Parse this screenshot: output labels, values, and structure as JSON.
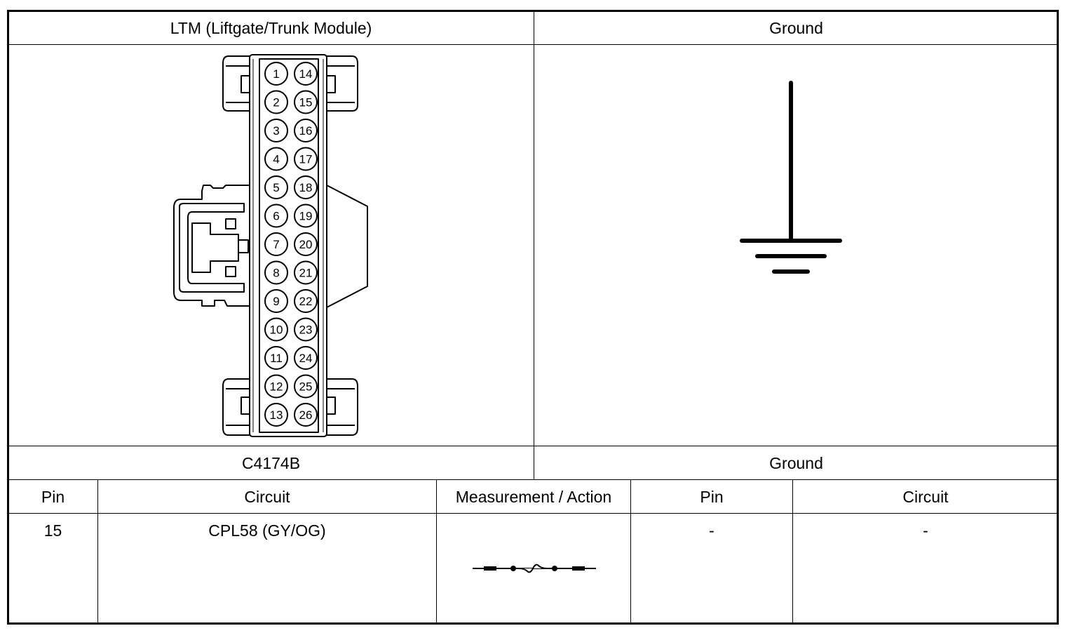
{
  "top_headers": {
    "left": "LTM (Liftgate/Trunk Module)",
    "right": "Ground"
  },
  "connector": {
    "name": "C4174B",
    "pins_left_column": [
      "1",
      "2",
      "3",
      "4",
      "5",
      "6",
      "7",
      "8",
      "9",
      "10",
      "11",
      "12",
      "13"
    ],
    "pins_right_column": [
      "14",
      "15",
      "16",
      "17",
      "18",
      "19",
      "20",
      "21",
      "22",
      "23",
      "24",
      "25",
      "26"
    ]
  },
  "ground_label": "Ground",
  "table": {
    "headers": [
      "Pin",
      "Circuit",
      "Measurement / Action",
      "Pin",
      "Circuit"
    ],
    "rows": [
      {
        "pin": "15",
        "circuit": "CPL58 (GY/OG)",
        "measurement_icon": "fuse-symbol-icon",
        "pin2": "-",
        "circuit2": "-"
      }
    ]
  },
  "icons": {
    "ground": "ground-symbol-icon",
    "connector": "connector-face-icon",
    "fuse": "fuse-symbol-icon"
  }
}
